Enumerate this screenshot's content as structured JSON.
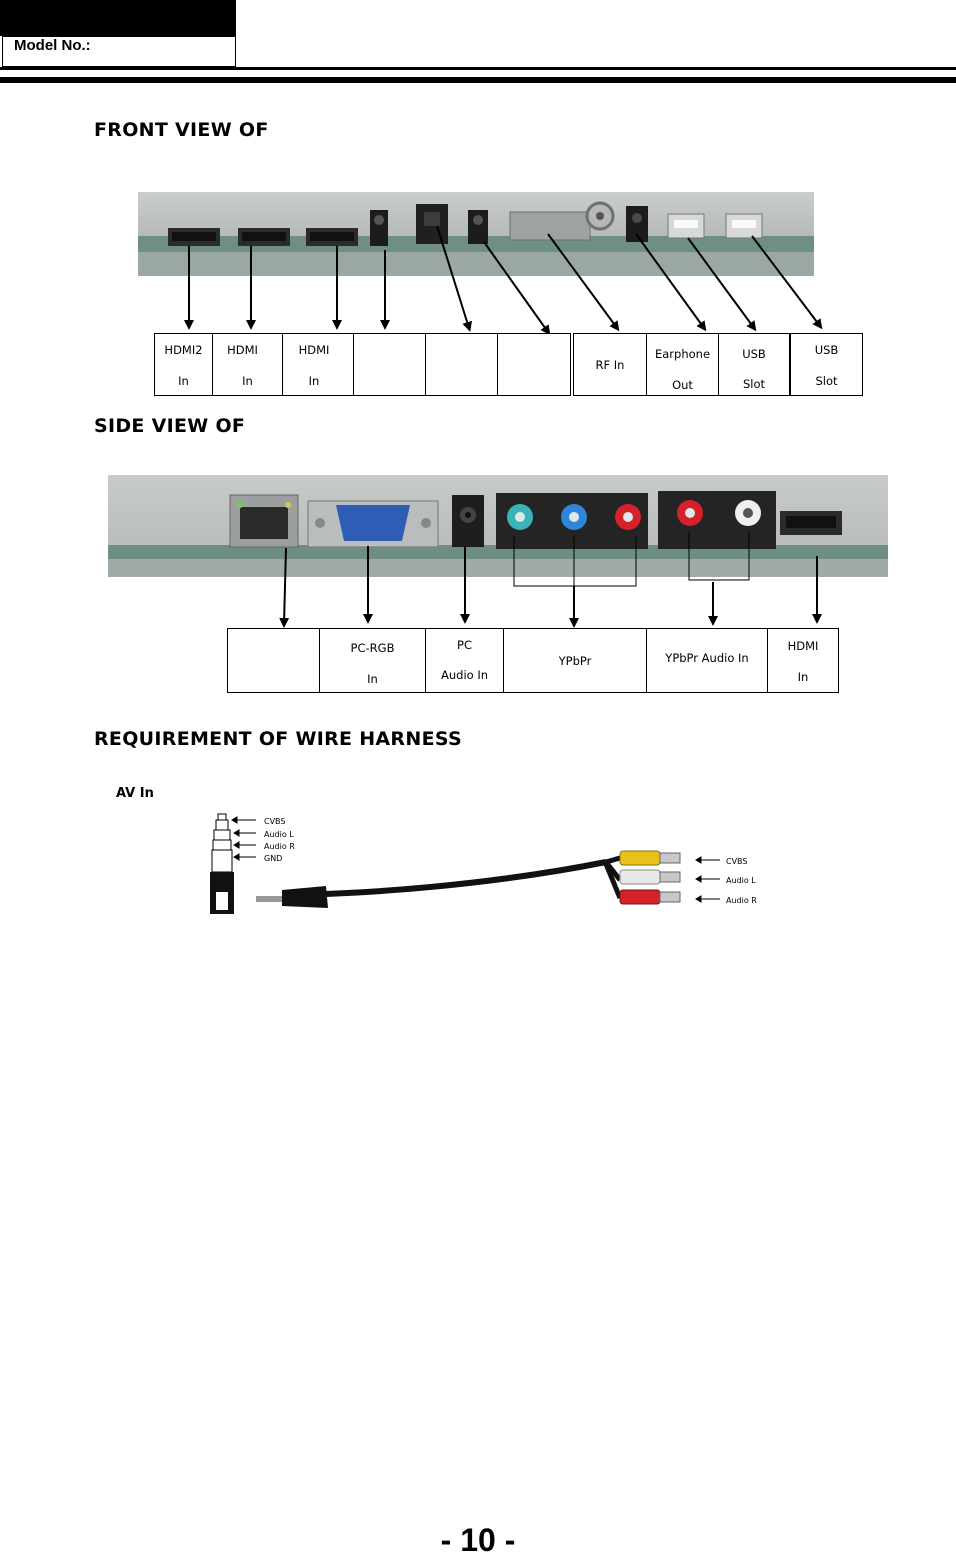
{
  "header": {
    "model_label": "Model No.:"
  },
  "sections": {
    "front_title": "FRONT VIEW OF",
    "side_title": "SIDE VIEW OF",
    "wire_title": "REQUIREMENT OF WIRE HARNESS"
  },
  "front_labels": [
    {
      "l1": "HDMI2",
      "l2": "In"
    },
    {
      "l1": "HDMI",
      "l2": "In"
    },
    {
      "l1": "HDMI",
      "l2": "In"
    },
    {
      "l1": "",
      "l2": ""
    },
    {
      "l1": "",
      "l2": ""
    },
    {
      "l1": "",
      "l2": ""
    },
    {
      "single": "RF In"
    },
    {
      "l1": "Earphone",
      "l2": "Out"
    },
    {
      "l1": "USB",
      "l2": "Slot"
    },
    {
      "l1": "USB",
      "l2": "Slot"
    }
  ],
  "side_labels": [
    {
      "l1": "",
      "l2": ""
    },
    {
      "l1": "PC-RGB",
      "l2": "In"
    },
    {
      "l1": "PC",
      "l2": "Audio In"
    },
    {
      "single": "YPbPr"
    },
    {
      "single": "YPbPr Audio In"
    },
    {
      "l1": "HDMI",
      "l2": "In"
    }
  ],
  "av": {
    "title": "AV In",
    "plug_pins": [
      "CVBS",
      "Audio L",
      "Audio R",
      "GND"
    ],
    "rca_labels": [
      "CVBS",
      "Audio L",
      "Audio R"
    ]
  },
  "colors": {
    "rca_yellow": "#e8c21a",
    "rca_white": "#e8e8e8",
    "rca_red": "#d3222a"
  },
  "page_number": "- 10 -"
}
